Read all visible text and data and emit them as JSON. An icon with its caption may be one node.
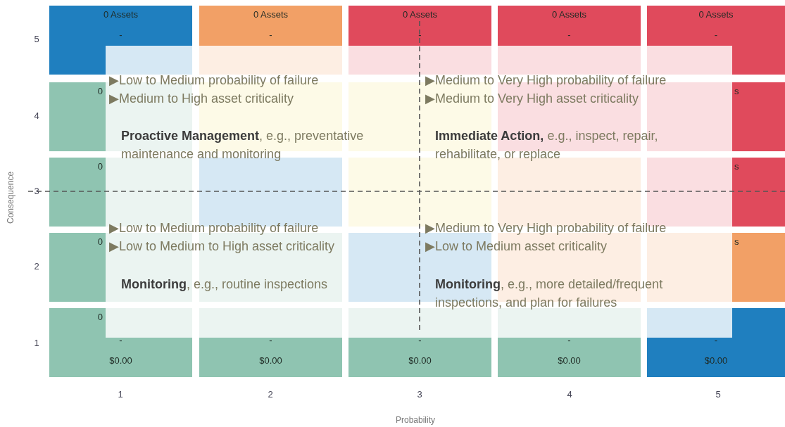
{
  "diagram": {
    "nodes": [
      {
        "text": [
          "0 Assets",
          "-"
        ]
      },
      {
        "text": [
          "0 Assets",
          "-"
        ]
      },
      {
        "text": [
          "0 Assets",
          "-"
        ]
      },
      {
        "text": [
          "0 Assets",
          "-"
        ]
      },
      {
        "text": [
          "0 Assets",
          "-"
        ]
      },
      {
        "text": [
          "0"
        ]
      },
      {
        "text": [],
        "shape": "box"
      },
      {
        "text": [],
        "shape": "box"
      },
      {
        "text": [],
        "shape": "box"
      },
      {
        "text": [
          "s"
        ]
      },
      {
        "text": [
          "0"
        ]
      },
      {
        "text": [],
        "shape": "box"
      },
      {
        "text": [],
        "shape": "box"
      },
      {
        "text": [],
        "shape": "box"
      },
      {
        "text": [
          "s"
        ]
      },
      {
        "text": [
          "0"
        ]
      },
      {
        "text": [],
        "shape": "box"
      },
      {
        "text": [],
        "shape": "box"
      },
      {
        "text": [],
        "shape": "box"
      },
      {
        "text": [
          "s"
        ]
      },
      {
        "text": [
          "0",
          "-",
          "$0.00"
        ]
      },
      {
        "text": [
          "-",
          "$0.00"
        ]
      },
      {
        "text": [
          "-",
          "$0.00"
        ]
      },
      {
        "text": [
          "-",
          "$0.00"
        ]
      },
      {
        "text": [
          "-",
          "$0.00"
        ]
      }
    ],
    "labels": [
      "5",
      "▶Low to Medium probability of failure",
      "▶Medium to High asset criticality",
      "▶Medium to Very High probability of failure",
      "▶Medium to Very High asset criticality",
      "4",
      "**Proactive Management**, e.g., preventative maintenance and monitoring",
      "**Immediate Action,** e.g., inspect, repair, rehabilitate, or replace",
      "Consequence",
      "3",
      "▶Low to Medium probability of failure",
      "▶Low to Medium to High asset criticality",
      "▶Medium to Very High probability of failure",
      "▶Low to Medium asset criticality",
      "2",
      "**Monitoring**, e.g., routine inspections",
      "**Monitoring**, e.g., more detailed/frequent inspections, and plan for failures",
      "1",
      "1",
      "2",
      "3",
      "4",
      "5",
      "Probability"
    ]
  }
}
